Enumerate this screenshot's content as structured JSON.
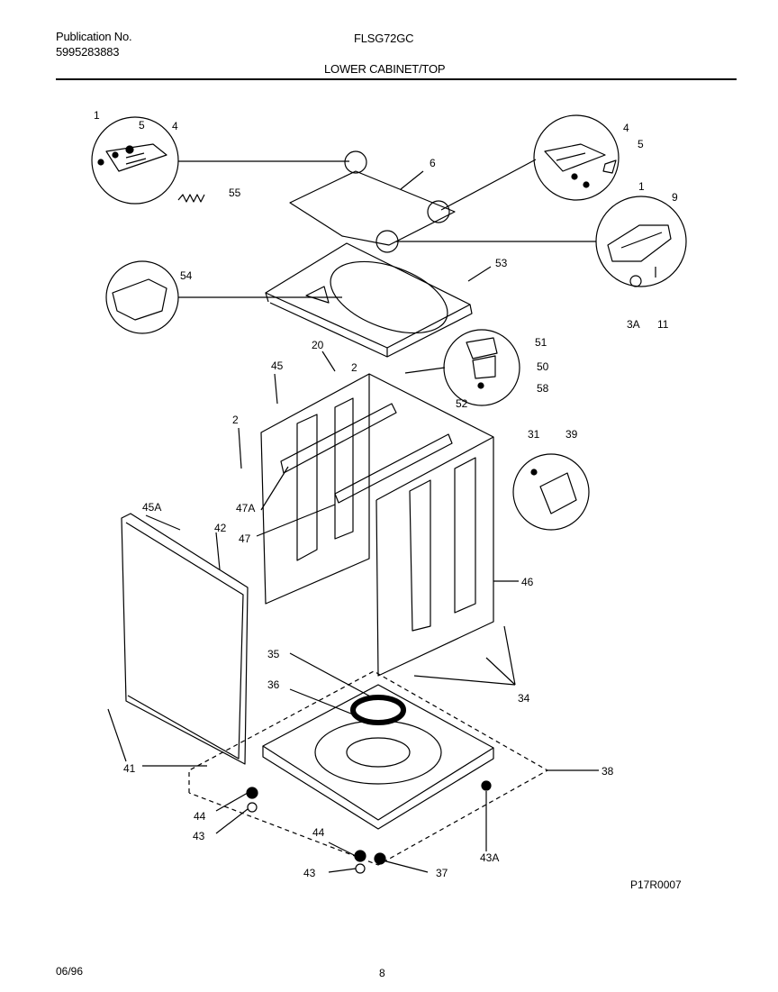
{
  "header": {
    "publication_label": "Publication No.",
    "publication_number": "5995283883",
    "model": "FLSG72GC",
    "section_title": "LOWER CABINET/TOP"
  },
  "callouts": {
    "c1a": "1",
    "c5a": "5",
    "c4a": "4",
    "c4b": "4",
    "c5b": "5",
    "c1b": "1",
    "c6": "6",
    "c55": "55",
    "c9": "9",
    "c53": "53",
    "c54": "54",
    "c3A": "3A",
    "c11": "11",
    "c20": "20",
    "c45": "45",
    "c2a": "2",
    "c2b": "2",
    "c51": "51",
    "c50": "50",
    "c58": "58",
    "c52": "52",
    "c31": "31",
    "c39": "39",
    "c47A": "47A",
    "c47": "47",
    "c45A": "45A",
    "c42": "42",
    "c46": "46",
    "c35": "35",
    "c36": "36",
    "c34": "34",
    "c41": "41",
    "c38": "38",
    "c44a": "44",
    "c43a": "43",
    "c44b": "44",
    "c43b": "43",
    "c37": "37",
    "c43A": "43A"
  },
  "footer": {
    "drawing_code": "P17R0007",
    "date": "06/96",
    "page_number": "8"
  }
}
